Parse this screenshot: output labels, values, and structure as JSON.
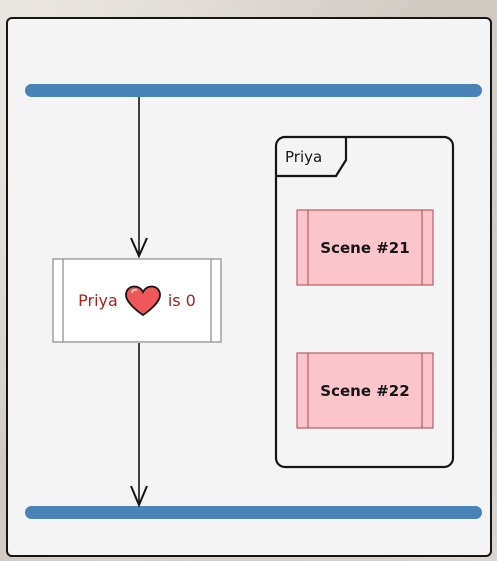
{
  "diagram": {
    "state_node": {
      "name": "Priya",
      "icon": "heart-icon",
      "suffix": "is 0",
      "text_color": "#a3241d"
    },
    "group": {
      "label": "Priya",
      "scenes": [
        {
          "label": "Scene #21"
        },
        {
          "label": "Scene #22"
        }
      ]
    },
    "colors": {
      "bar": "#4a83b6",
      "scene_fill": "#fcc5cb",
      "scene_border": "#b35e6b",
      "heart": "#f0575a",
      "canvas": "#f4f4f4"
    }
  }
}
